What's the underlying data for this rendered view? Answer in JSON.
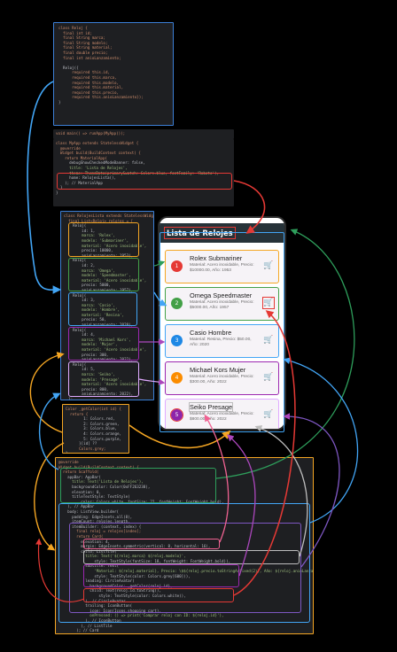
{
  "code_blocks": {
    "reloj_class": [
      "class Reloj {",
      "  final int id;",
      "  final String marca;",
      "  final String modelo;",
      "  final String material;",
      "  final double precio;",
      "  final int anioLanzamiento;",
      "",
      "  Reloj({",
      "      required this.id,",
      "      required this.marca,",
      "      required this.modelo,",
      "      required this.material,",
      "      required this.precio,",
      "      required this.anioLanzamiento});",
      "}"
    ],
    "main_fn": [
      "void main() => runApp(MyApp());"
    ],
    "my_app": [
      "class MyApp extends StatelessWidget {",
      "  @override",
      "  Widget build(BuildContext context) {",
      "    return MaterialApp(",
      "      debugShowCheckedModeBanner: false,",
      "      title: 'Lista de Relojes',",
      "      theme: ThemeData(primarySwatch: Colors.blue, fontFamily: 'Roboto'),",
      "      home: RelojesLista(),",
      "    ); // MaterialApp",
      "  }",
      "}"
    ],
    "relojes_lista": [
      "class RelojesLista extends StatelessWidget {",
      "  final List<Reloj> relojes = [",
      "    Reloj(",
      "        id: 1,",
      "        marca: 'Rolex',",
      "        modelo: 'Submariner',",
      "        material: 'Acero inoxidable',",
      "        precio: 10000,",
      "        anioLanzamiento: 1953),",
      "    Reloj(",
      "        id: 2,",
      "        marca: 'Omega',",
      "        modelo: 'Speedmaster',",
      "        material: 'Acero inoxidable',",
      "        precio: 5000,",
      "        anioLanzamiento: 1957),",
      "    Reloj(",
      "        id: 3,",
      "        marca: 'Casio',",
      "        modelo: 'Hombre',",
      "        material: 'Resina',",
      "        precio: 50,",
      "        anioLanzamiento: 2020),",
      "    Reloj(",
      "        id: 4,",
      "        marca: 'Michael Kors',",
      "        modelo: 'Mujer',",
      "        material: 'Acero inoxidable',",
      "        precio: 300,",
      "        anioLanzamiento: 2022),",
      "    Reloj(",
      "        id: 5,",
      "        marca: 'Seiko',",
      "        modelo: 'Presage',",
      "        material: 'Acero inoxidable',",
      "        precio: 800,",
      "        anioLanzamiento: 2022),",
      "  ];"
    ],
    "color_fn": [
      "Color _getColor(int id) {",
      "  return {",
      "        1: Colors.red,",
      "        2: Colors.green,",
      "        3: Colors.blue,",
      "        4: Colors.orange,",
      "        5: Colors.purple,",
      "      }[id] ??",
      "      Colors.grey;",
      "}"
    ],
    "build_fn": [
      "@override",
      "Widget build(BuildContext context) {",
      "  return Scaffold(",
      "    appBar: AppBar(",
      "      title: Text('Lista de Relojes'),",
      "      backgroundColor: Color(0xFF263238),",
      "      elevation: 0,",
      "      titleTextStyle: TextStyle(",
      "          color: Colors.white, fontSize: 22, fontWeight: FontWeight.bold),",
      "    ), // AppBar",
      "    body: ListView.builder(",
      "      padding: EdgeInsets.all(8),",
      "      itemCount: relojes.length,",
      "      itemBuilder: (context, index) {",
      "        final reloj = relojes[index];",
      "        return Card(",
      "          elevation: 4,",
      "          margin: EdgeInsets.symmetric(vertical: 8, horizontal: 16),",
      "          child: ListTile(",
      "            title: Text('${reloj.marca} ${reloj.modelo}',",
      "                style: TextStyle(fontSize: 18, fontWeight: FontWeight.bold)),",
      "            subtitle: Text(",
      "                'Material: ${reloj.material}, Precio: \\$${reloj.precio.toStringAsFixed(2)}, Año: ${reloj.anioLanzamiento}',",
      "                style: TextStyle(color: Colors.grey[600])),",
      "            leading: CircleAvatar(",
      "              backgroundColor: _getColor(reloj.id),",
      "              child: Text(reloj.id.toString(),",
      "                  style: TextStyle(color: Colors.white)),",
      "            ), // CircleAvatar",
      "            trailing: IconButton(",
      "              icon: Icon(Icons.shopping_cart),",
      "              onPressed: () => print('Comprar reloj con ID: ${reloj.id}'),",
      "            ), // IconButton",
      "          ), // ListTile",
      "        ); // Card",
      "      },",
      "    ), // ListView.builder",
      "  ); // Scaffold",
      "}"
    ]
  },
  "phone": {
    "app_title": "Lista de Relojes",
    "items": [
      {
        "id": "1",
        "title": "Rolex Submariner",
        "subtitle": "Material: Acero inoxidable, Precio: $10000.00, Año: 1953",
        "avatar_color": "#e53935"
      },
      {
        "id": "2",
        "title": "Omega Speedmaster",
        "subtitle": "Material: Acero inoxidable, Precio: $5000.00, Año: 1957",
        "avatar_color": "#43a047"
      },
      {
        "id": "3",
        "title": "Casio Hombre",
        "subtitle": "Material: Resina, Precio: $50.00, Año: 2020",
        "avatar_color": "#1e88e5"
      },
      {
        "id": "4",
        "title": "Michael Kors Mujer",
        "subtitle": "Material: Acero inoxidable, Precio: $300.00, Año: 2022",
        "avatar_color": "#fb8c00"
      },
      {
        "id": "5",
        "title": "Seiko Presage",
        "subtitle": "Material: Acero inoxidable, Precio: $800.00, Año: 2022",
        "avatar_color": "#8e24aa"
      }
    ],
    "cart_icon": "shopping-cart-icon"
  },
  "colors": {
    "appbar": "#263238",
    "highlight_red": "#e53935",
    "highlight_blue": "#42a5f5",
    "highlight_orange": "#f5a623",
    "highlight_green": "#2e9e5b",
    "highlight_purple": "#9c27b0"
  }
}
